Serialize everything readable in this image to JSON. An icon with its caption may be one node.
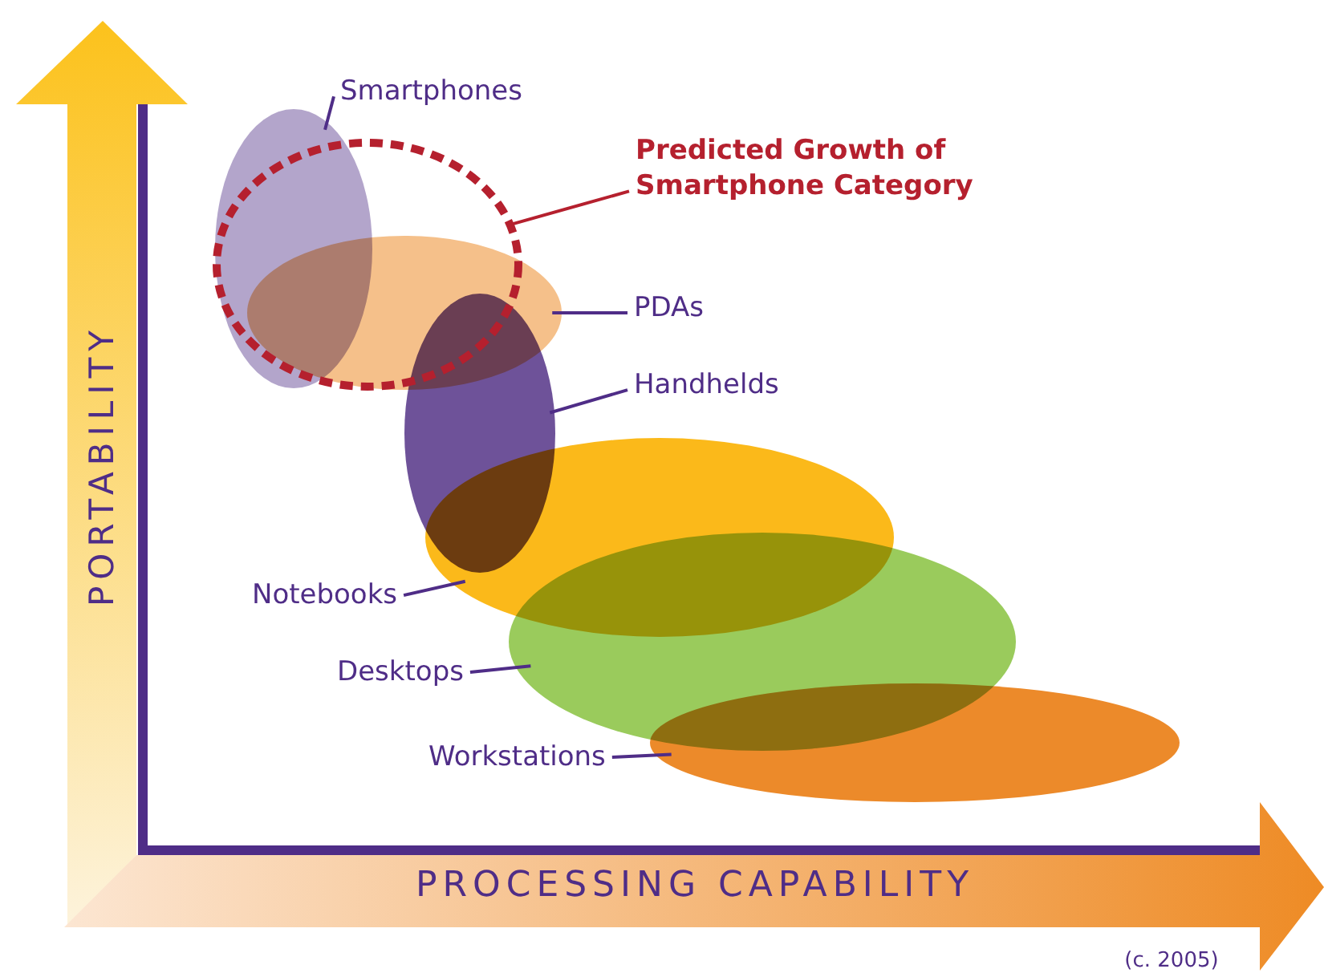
{
  "diagram": {
    "nodes": [
      {
        "text": [
          "Smartphones"
        ]
      },
      {
        "text": [],
        "shape": "ellipse"
      },
      {
        "text": [
          "Predicted Growth of Smartphone Category"
        ]
      },
      {
        "text": [],
        "shape": "ellipse"
      },
      {
        "text": [
          "PDAs"
        ]
      },
      {
        "text": [],
        "shape": "ellipse"
      },
      {
        "text": [
          "Handhelds"
        ]
      },
      {
        "text": [],
        "shape": "ellipse"
      },
      {
        "text": [
          "Notebooks"
        ]
      },
      {
        "text": [],
        "shape": "ellipse"
      },
      {
        "text": [
          "Desktops"
        ]
      },
      {
        "text": [],
        "shape": "ellipse"
      },
      {
        "text": [
          "Workstations"
        ]
      },
      {
        "text": [],
        "shape": "ellipse"
      }
    ],
    "edges": [
      {
        "from": 0,
        "to": 1,
        "arrow": "none"
      },
      {
        "from": 2,
        "to": 3,
        "arrow": "none",
        "color": "#b5202e"
      },
      {
        "from": 4,
        "to": 5,
        "arrow": "none"
      },
      {
        "from": 6,
        "to": 7,
        "arrow": "none"
      },
      {
        "from": 8,
        "to": 9,
        "arrow": "none"
      },
      {
        "from": 10,
        "to": 11,
        "arrow": "none"
      },
      {
        "from": 12,
        "to": 13,
        "arrow": "none"
      }
    ],
    "labels": [
      "PORTABILITY",
      "PROCESSING CAPABILITY",
      "(c. 2005)"
    ]
  }
}
